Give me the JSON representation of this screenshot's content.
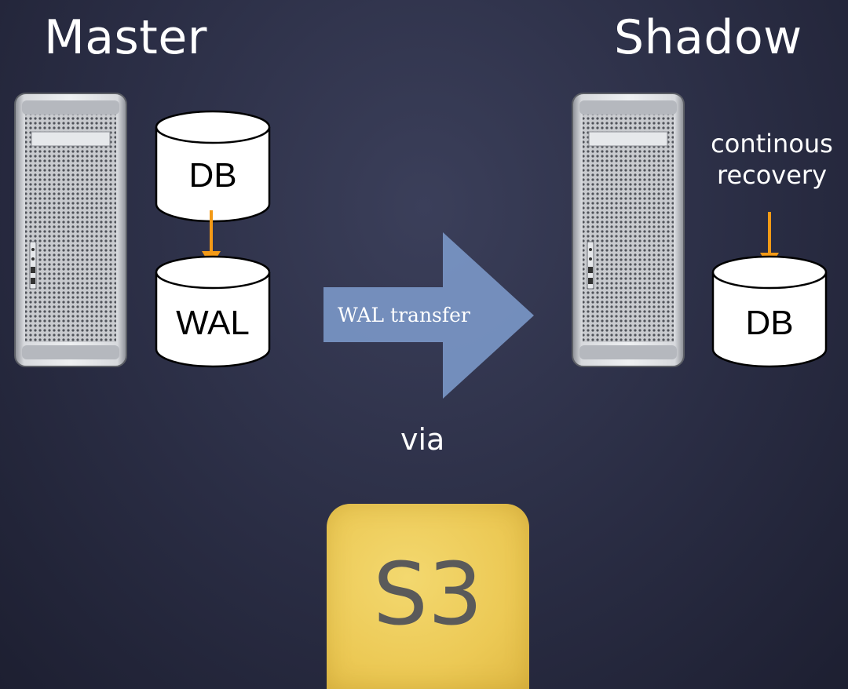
{
  "master": {
    "title": "Master",
    "db_label": "DB",
    "wal_label": "WAL"
  },
  "shadow": {
    "title": "Shadow",
    "db_label": "DB",
    "recovery_note_line1": "continous",
    "recovery_note_line2": "recovery"
  },
  "transfer": {
    "arrow_label": "WAL transfer",
    "via_label": "via"
  },
  "storage": {
    "label": "S3"
  },
  "colors": {
    "background": "#2a2d44",
    "flow_arrow": "#f39a16",
    "transfer_arrow": "#7f9ecf",
    "s3_tile": "#ecc955"
  }
}
